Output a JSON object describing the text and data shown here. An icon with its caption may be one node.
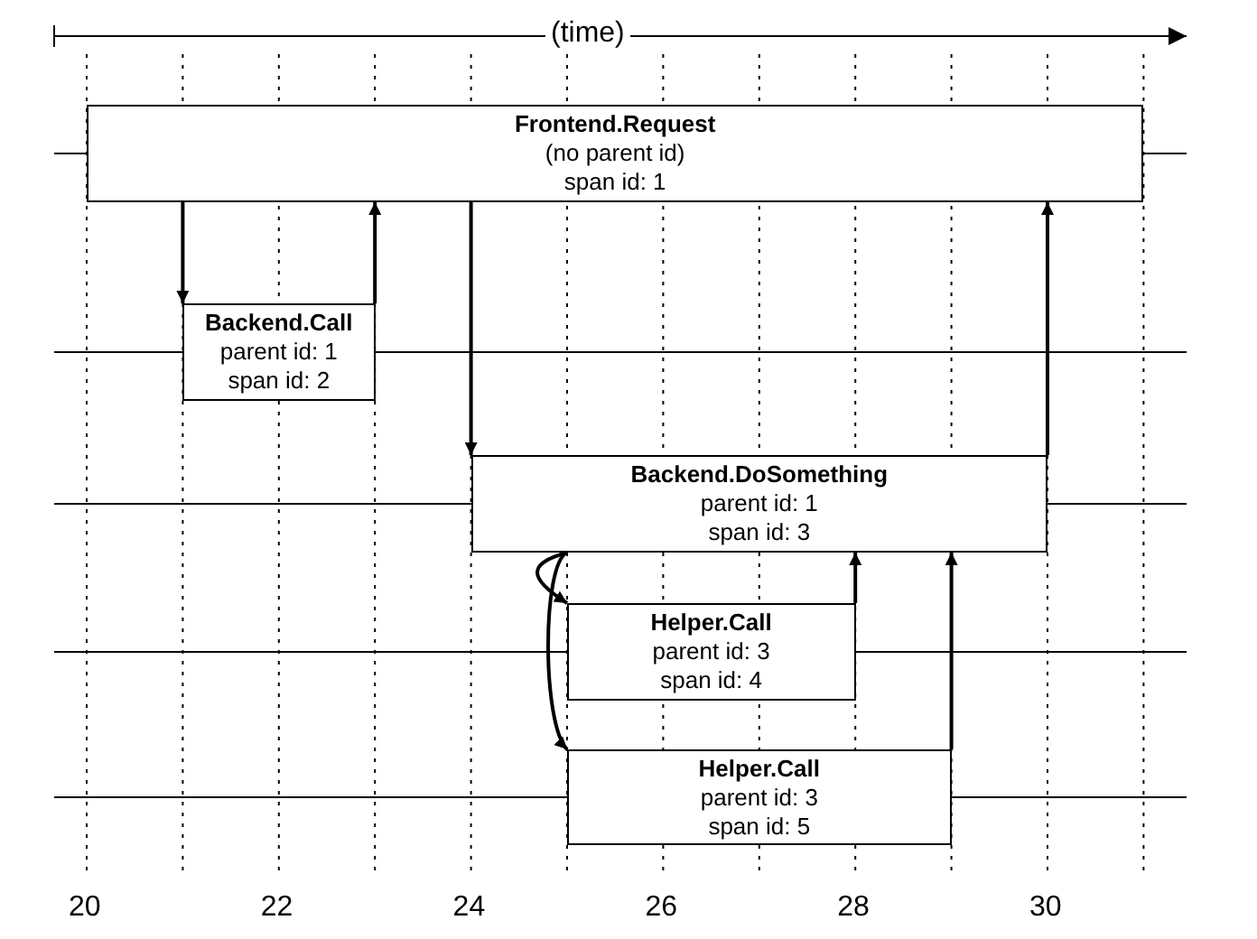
{
  "diagram": {
    "nodes": [
      {
        "text": [
          "Frontend.Request",
          "(no parent id)",
          "span id: 1"
        ]
      },
      {
        "text": [
          "Backend.Call",
          "parent id: 1",
          "span id: 2"
        ]
      },
      {
        "text": [
          "Backend.DoSomething",
          "parent id: 1",
          "span id: 3"
        ]
      },
      {
        "text": [
          "Helper.Call",
          "parent id: 3",
          "span id: 4"
        ]
      },
      {
        "text": [
          "Helper.Call",
          "parent id: 3",
          "span id: 5"
        ]
      }
    ],
    "edges": [
      {
        "from": 0,
        "to": 1,
        "arrow": "to"
      },
      {
        "from": 1,
        "to": 0,
        "arrow": "to"
      },
      {
        "from": 0,
        "to": 2,
        "arrow": "to"
      },
      {
        "from": 2,
        "to": 0,
        "arrow": "to"
      },
      {
        "from": 2,
        "to": 3,
        "arrow": "to"
      },
      {
        "from": 2,
        "to": 4,
        "arrow": "to"
      },
      {
        "from": 3,
        "to": 2,
        "arrow": "to"
      },
      {
        "from": 4,
        "to": 2,
        "arrow": "to"
      }
    ],
    "labels": [
      "(time)",
      "20",
      "22",
      "24",
      "26",
      "28",
      "30"
    ]
  }
}
